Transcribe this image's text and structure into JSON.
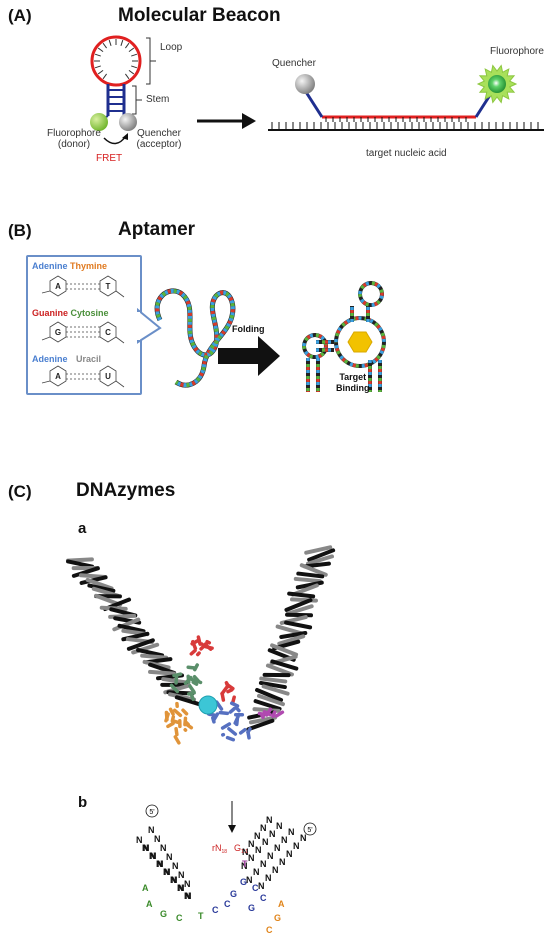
{
  "sectionA": {
    "letter": "(A)",
    "title": "Molecular Beacon",
    "loop_label": "Loop",
    "stem_label": "Stem",
    "fluorophore_left_l1": "Fluorophore",
    "fluorophore_left_l2": "(donor)",
    "quencher_left_l1": "Quencher",
    "quencher_left_l2": "(acceptor)",
    "fret_label": "FRET",
    "quencher_right": "Quencher",
    "fluorophore_right": "Fluorophore",
    "target_label": "target nucleic acid"
  },
  "sectionB": {
    "letter": "(B)",
    "title": "Aptamer",
    "pair1_a": "Adenine",
    "pair1_b": "Thymine",
    "pair2_a": "Guanine",
    "pair2_b": "Cytosine",
    "pair3_a": "Adenine",
    "pair3_b": "Uracil",
    "folding_label": "Folding",
    "target_l1": "Target",
    "target_l2": "Binding",
    "base_A": "A",
    "base_T": "T",
    "base_G": "G",
    "base_C": "C",
    "base_U": "U"
  },
  "sectionC": {
    "letter": "(C)",
    "title": "DNAzymes",
    "sub_a": "a",
    "sub_b": "b",
    "five_prime_left": "5'",
    "five_prime_right": "5'",
    "cleavage_left": "rN",
    "cleavage_left_sub": "18",
    "cleavage_right": "G",
    "cleavage_right_sub": "1.1"
  },
  "colors": {
    "loop_red": "#e02020",
    "stem_blue": "#1f2f8f",
    "fluorophore_green": "#8ccf3e",
    "quencher_gray": "#a9a9a9",
    "fret_red": "#d62020",
    "adenine_blue": "#4a7fd0",
    "thymine_orange": "#e07a20",
    "guanine_red": "#cc2222",
    "cytosine_green": "#4a8f3a",
    "uracil_gray": "#888888",
    "box_blue": "#6a8fc8",
    "target_yellow": "#f2c200",
    "metal_cyan": "#3cc6d6"
  }
}
